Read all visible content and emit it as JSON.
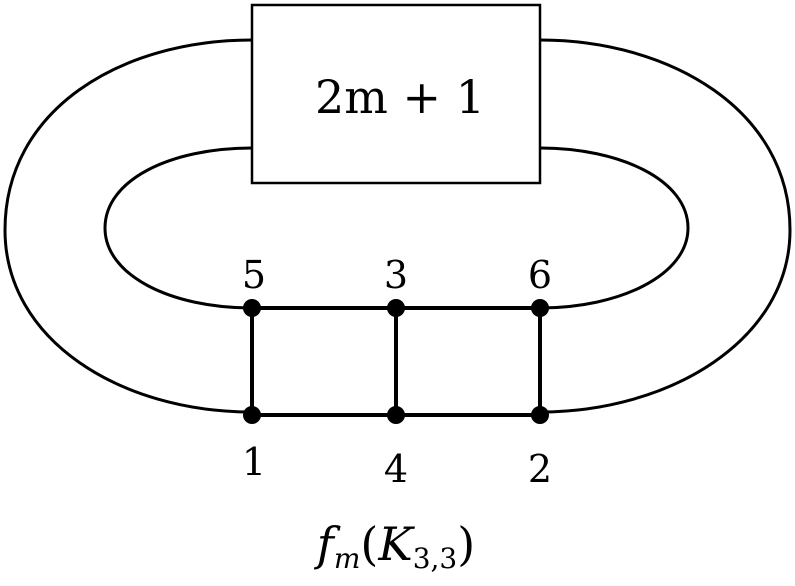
{
  "diagram": {
    "box_label": "2m + 1",
    "vertices": {
      "v5": "5",
      "v3": "3",
      "v6": "6",
      "v1": "1",
      "v4": "4",
      "v2": "2"
    },
    "caption": {
      "f": "f",
      "m": "m",
      "open": "(",
      "K": "K",
      "sub": "3,3",
      "close": ")"
    }
  }
}
